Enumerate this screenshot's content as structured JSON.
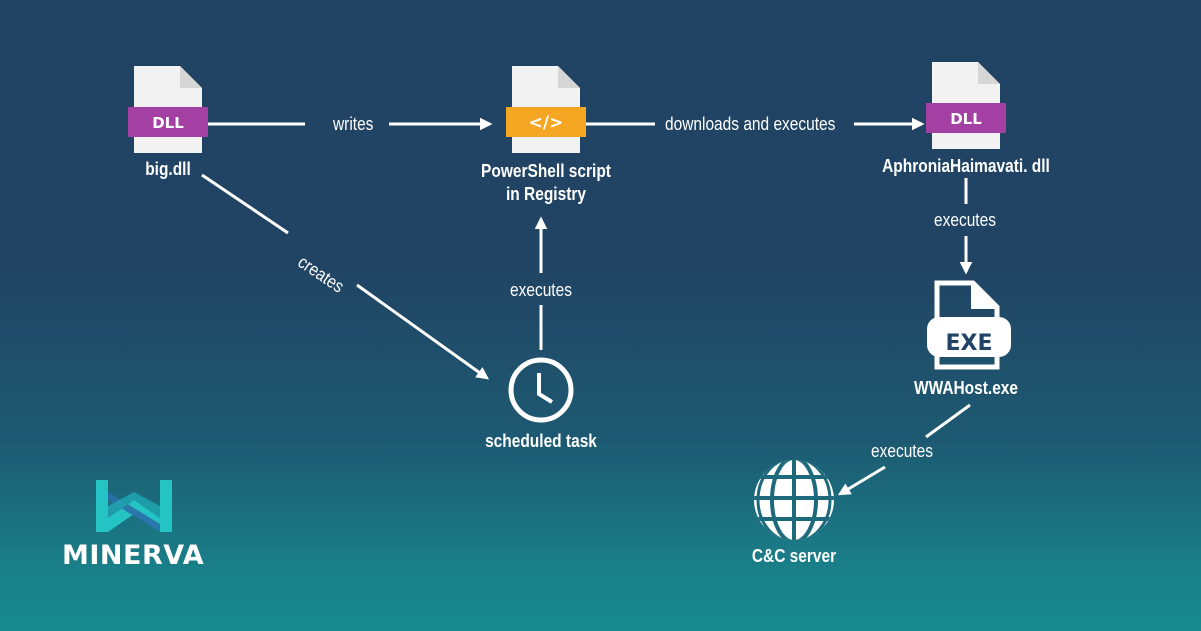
{
  "colors": {
    "background_top": "#214363",
    "background_bottom": "#168a8d",
    "dll_badge": "#a43fa4",
    "script_badge": "#f5a623",
    "file_page": "#f2f2f2",
    "file_fold": "#d8d8d8",
    "line": "#ffffff",
    "logo_cyan": "#25c4c4",
    "logo_blue": "#2b6fa8"
  },
  "nodes": {
    "big_dll": {
      "label": "big.dll",
      "badge": "DLL",
      "icon": "dll-file-icon"
    },
    "powershell": {
      "label_line1": "PowerShell script",
      "label_line2": "in Registry",
      "badge": "</>",
      "icon": "code-file-icon"
    },
    "aphronia": {
      "label": "AphroniaHaimavati. dll",
      "badge": "DLL",
      "icon": "dll-file-icon"
    },
    "wwahost": {
      "label": "WWAHost.exe",
      "badge": "EXE",
      "icon": "exe-file-icon"
    },
    "scheduled_task": {
      "label": "scheduled task",
      "icon": "clock-icon"
    },
    "cc_server": {
      "label": "C&C server",
      "icon": "globe-icon"
    }
  },
  "edges": [
    {
      "from": "big_dll",
      "to": "powershell",
      "label": "writes"
    },
    {
      "from": "powershell",
      "to": "aphronia",
      "label": "downloads and executes"
    },
    {
      "from": "big_dll",
      "to": "scheduled_task",
      "label": "creates"
    },
    {
      "from": "scheduled_task",
      "to": "powershell",
      "label": "executes"
    },
    {
      "from": "aphronia",
      "to": "wwahost",
      "label": "executes"
    },
    {
      "from": "wwahost",
      "to": "cc_server",
      "label": "executes"
    }
  ],
  "brand": {
    "name": "MINERVA",
    "icon": "minerva-logo-icon"
  }
}
